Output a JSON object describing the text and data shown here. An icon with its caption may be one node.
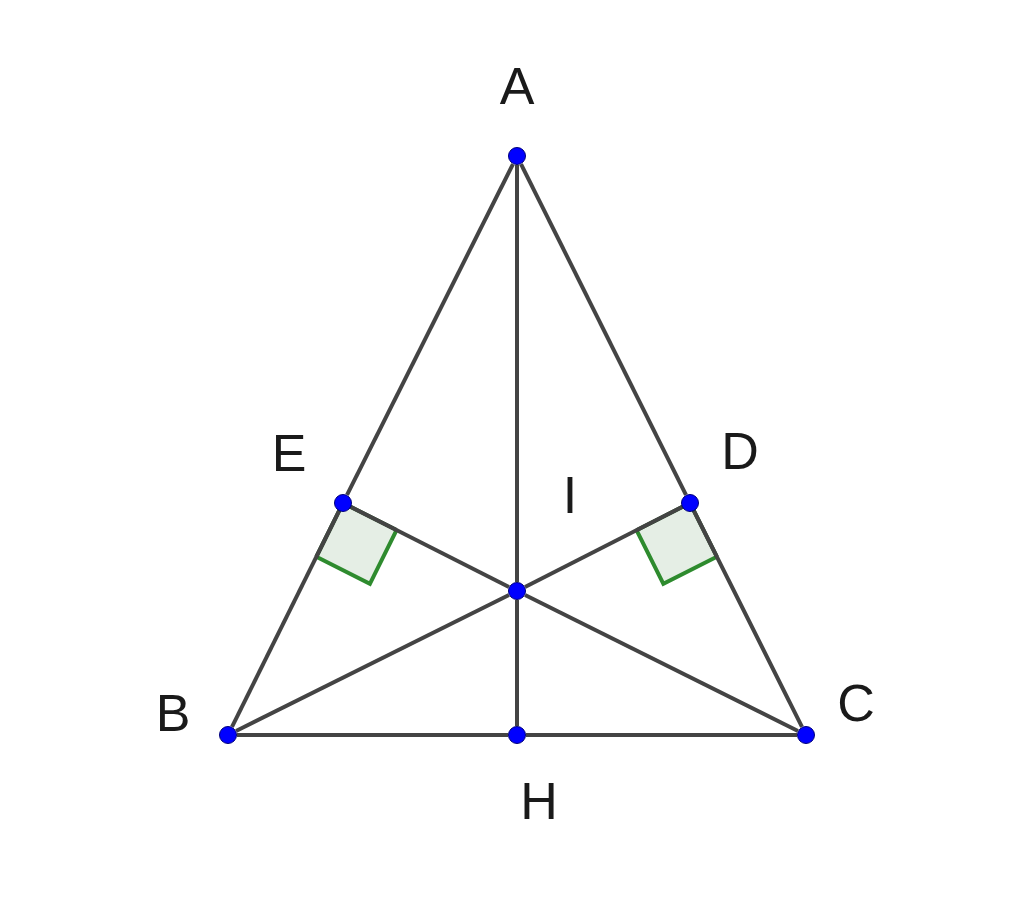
{
  "diagram": {
    "nodes": [
      {
        "text": [
          "A"
        ]
      },
      {
        "text": [
          "E"
        ]
      },
      {
        "text": [
          "D"
        ]
      },
      {
        "text": [
          "I"
        ]
      },
      {
        "text": [
          "B"
        ]
      },
      {
        "text": [
          "H"
        ]
      },
      {
        "text": [
          "C"
        ]
      }
    ],
    "edges": [
      {
        "from": 0,
        "to": 1,
        "arrow": "none"
      },
      {
        "from": 1,
        "to": 4,
        "arrow": "none"
      },
      {
        "from": 0,
        "to": 2,
        "arrow": "none"
      },
      {
        "from": 2,
        "to": 6,
        "arrow": "none"
      },
      {
        "from": 4,
        "to": 5,
        "arrow": "none"
      },
      {
        "from": 5,
        "to": 6,
        "arrow": "none"
      },
      {
        "from": 0,
        "to": 3,
        "arrow": "none"
      },
      {
        "from": 3,
        "to": 5,
        "arrow": "none"
      },
      {
        "from": 4,
        "to": 3,
        "arrow": "none"
      },
      {
        "from": 3,
        "to": 2,
        "arrow": "none"
      },
      {
        "from": 6,
        "to": 3,
        "arrow": "none"
      },
      {
        "from": 3,
        "to": 1,
        "arrow": "none"
      }
    ]
  }
}
